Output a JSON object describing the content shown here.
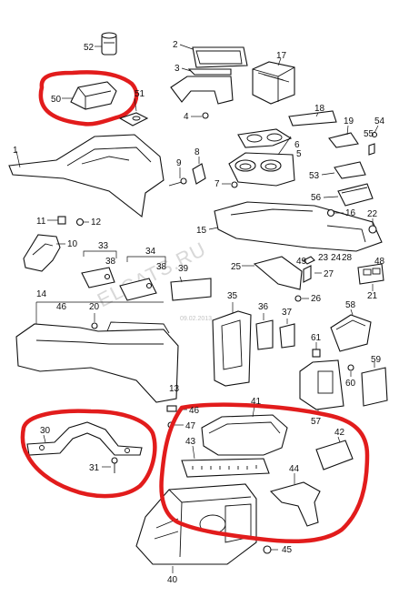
{
  "diagram": {
    "watermark": "ELCATS.RU",
    "date_stamp": "09.02.2013",
    "callouts": {
      "c1": "1",
      "c2": "2",
      "c3": "3",
      "c4": "4",
      "c5": "5",
      "c6": "6",
      "c7": "7",
      "c8": "8",
      "c9": "9",
      "c10": "10",
      "c11": "11",
      "c12": "12",
      "c13": "13",
      "c14": "14",
      "c15": "15",
      "c16": "16",
      "c17": "17",
      "c18": "18",
      "c19": "19",
      "c20": "20",
      "c21": "21",
      "c22": "22",
      "c23": "23",
      "c24": "24",
      "c25": "25",
      "c26": "26",
      "c27": "27",
      "c28": "28",
      "c30": "30",
      "c31": "31",
      "c33": "33",
      "c34": "34",
      "c35": "35",
      "c36": "36",
      "c37": "37",
      "c38a": "38",
      "c38b": "38",
      "c39": "39",
      "c40": "40",
      "c41": "41",
      "c42": "42",
      "c43": "43",
      "c44": "44",
      "c45": "45",
      "c46a": "46",
      "c46b": "46",
      "c47": "47",
      "c48": "48",
      "c49": "49",
      "c50": "50",
      "c51": "51",
      "c52": "52",
      "c53": "53",
      "c54": "54",
      "c55": "55",
      "c56": "56",
      "c57": "57",
      "c58": "58",
      "c59": "59",
      "c60": "60",
      "c61": "61"
    },
    "highlight_color": "#e21c1c"
  }
}
